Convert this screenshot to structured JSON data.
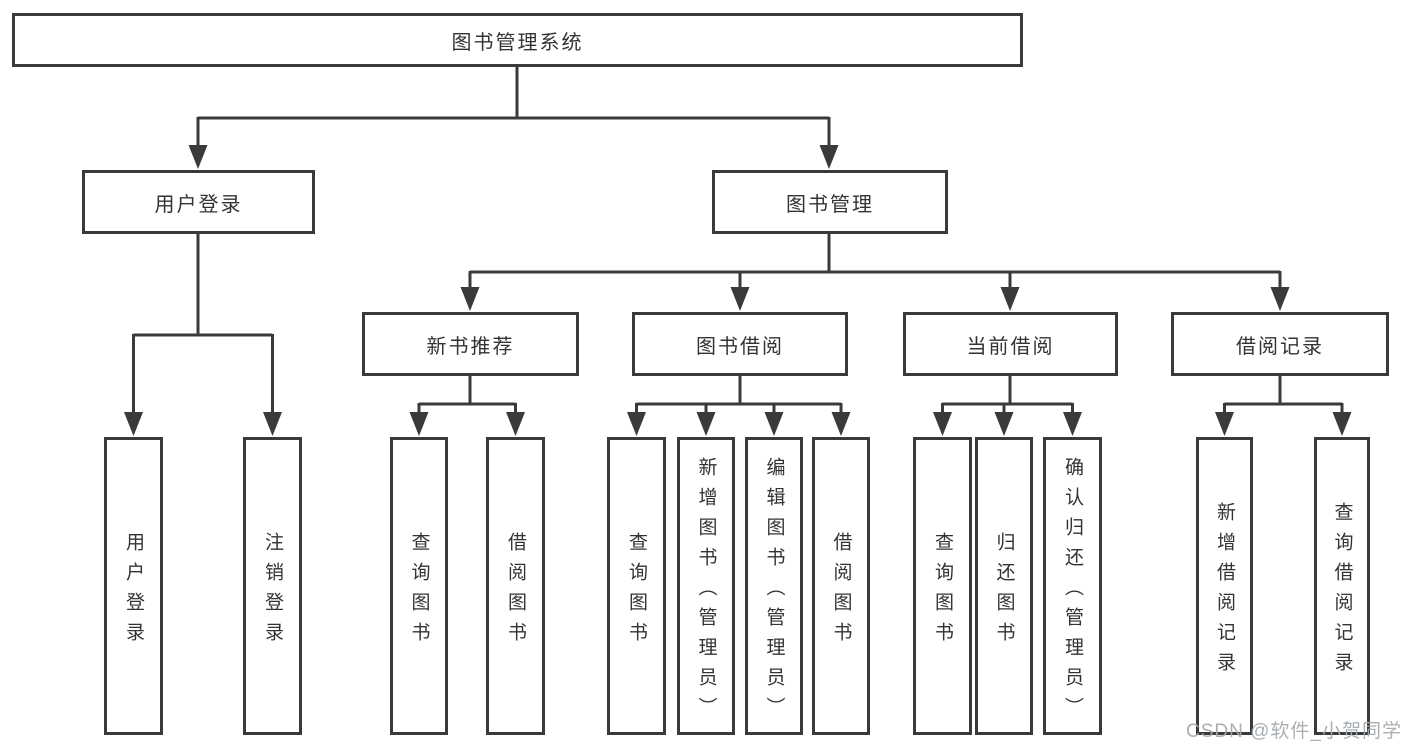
{
  "colors": {
    "background": "#ffffff",
    "line": "#3a3a3a",
    "box_border": "#3a3a3a",
    "text": "#333333",
    "watermark": "#a5abb0"
  },
  "watermark": {
    "text": "CSDN @软件_小贺同学"
  },
  "diagram": {
    "root": {
      "label": "图书管理系统"
    },
    "level2": {
      "user_login": {
        "label": "用户登录"
      },
      "book_management": {
        "label": "图书管理"
      }
    },
    "level3": {
      "new_book_recommend": {
        "label": "新书推荐"
      },
      "book_borrow": {
        "label": "图书借阅"
      },
      "current_borrow": {
        "label": "当前借阅"
      },
      "borrow_records": {
        "label": "借阅记录"
      }
    },
    "leaves": {
      "user_login": {
        "label": "用户登录"
      },
      "logout_login": {
        "label": "注销登录"
      },
      "recommend_query_book": {
        "label": "查询图书"
      },
      "recommend_borrow_book": {
        "label": "借阅图书"
      },
      "borrow_query_book": {
        "label": "查询图书"
      },
      "borrow_add_book": {
        "label": "新增图书（管理员）"
      },
      "borrow_edit_book": {
        "label": "编辑图书（管理员）"
      },
      "borrow_borrow_book": {
        "label": "借阅图书"
      },
      "current_query_book": {
        "label": "查询图书"
      },
      "current_return_book": {
        "label": "归还图书"
      },
      "current_confirm_return": {
        "label": "确认归还（管理员）"
      },
      "records_add_record": {
        "label": "新增借阅记录"
      },
      "records_query_record": {
        "label": "查询借阅记录"
      }
    }
  }
}
